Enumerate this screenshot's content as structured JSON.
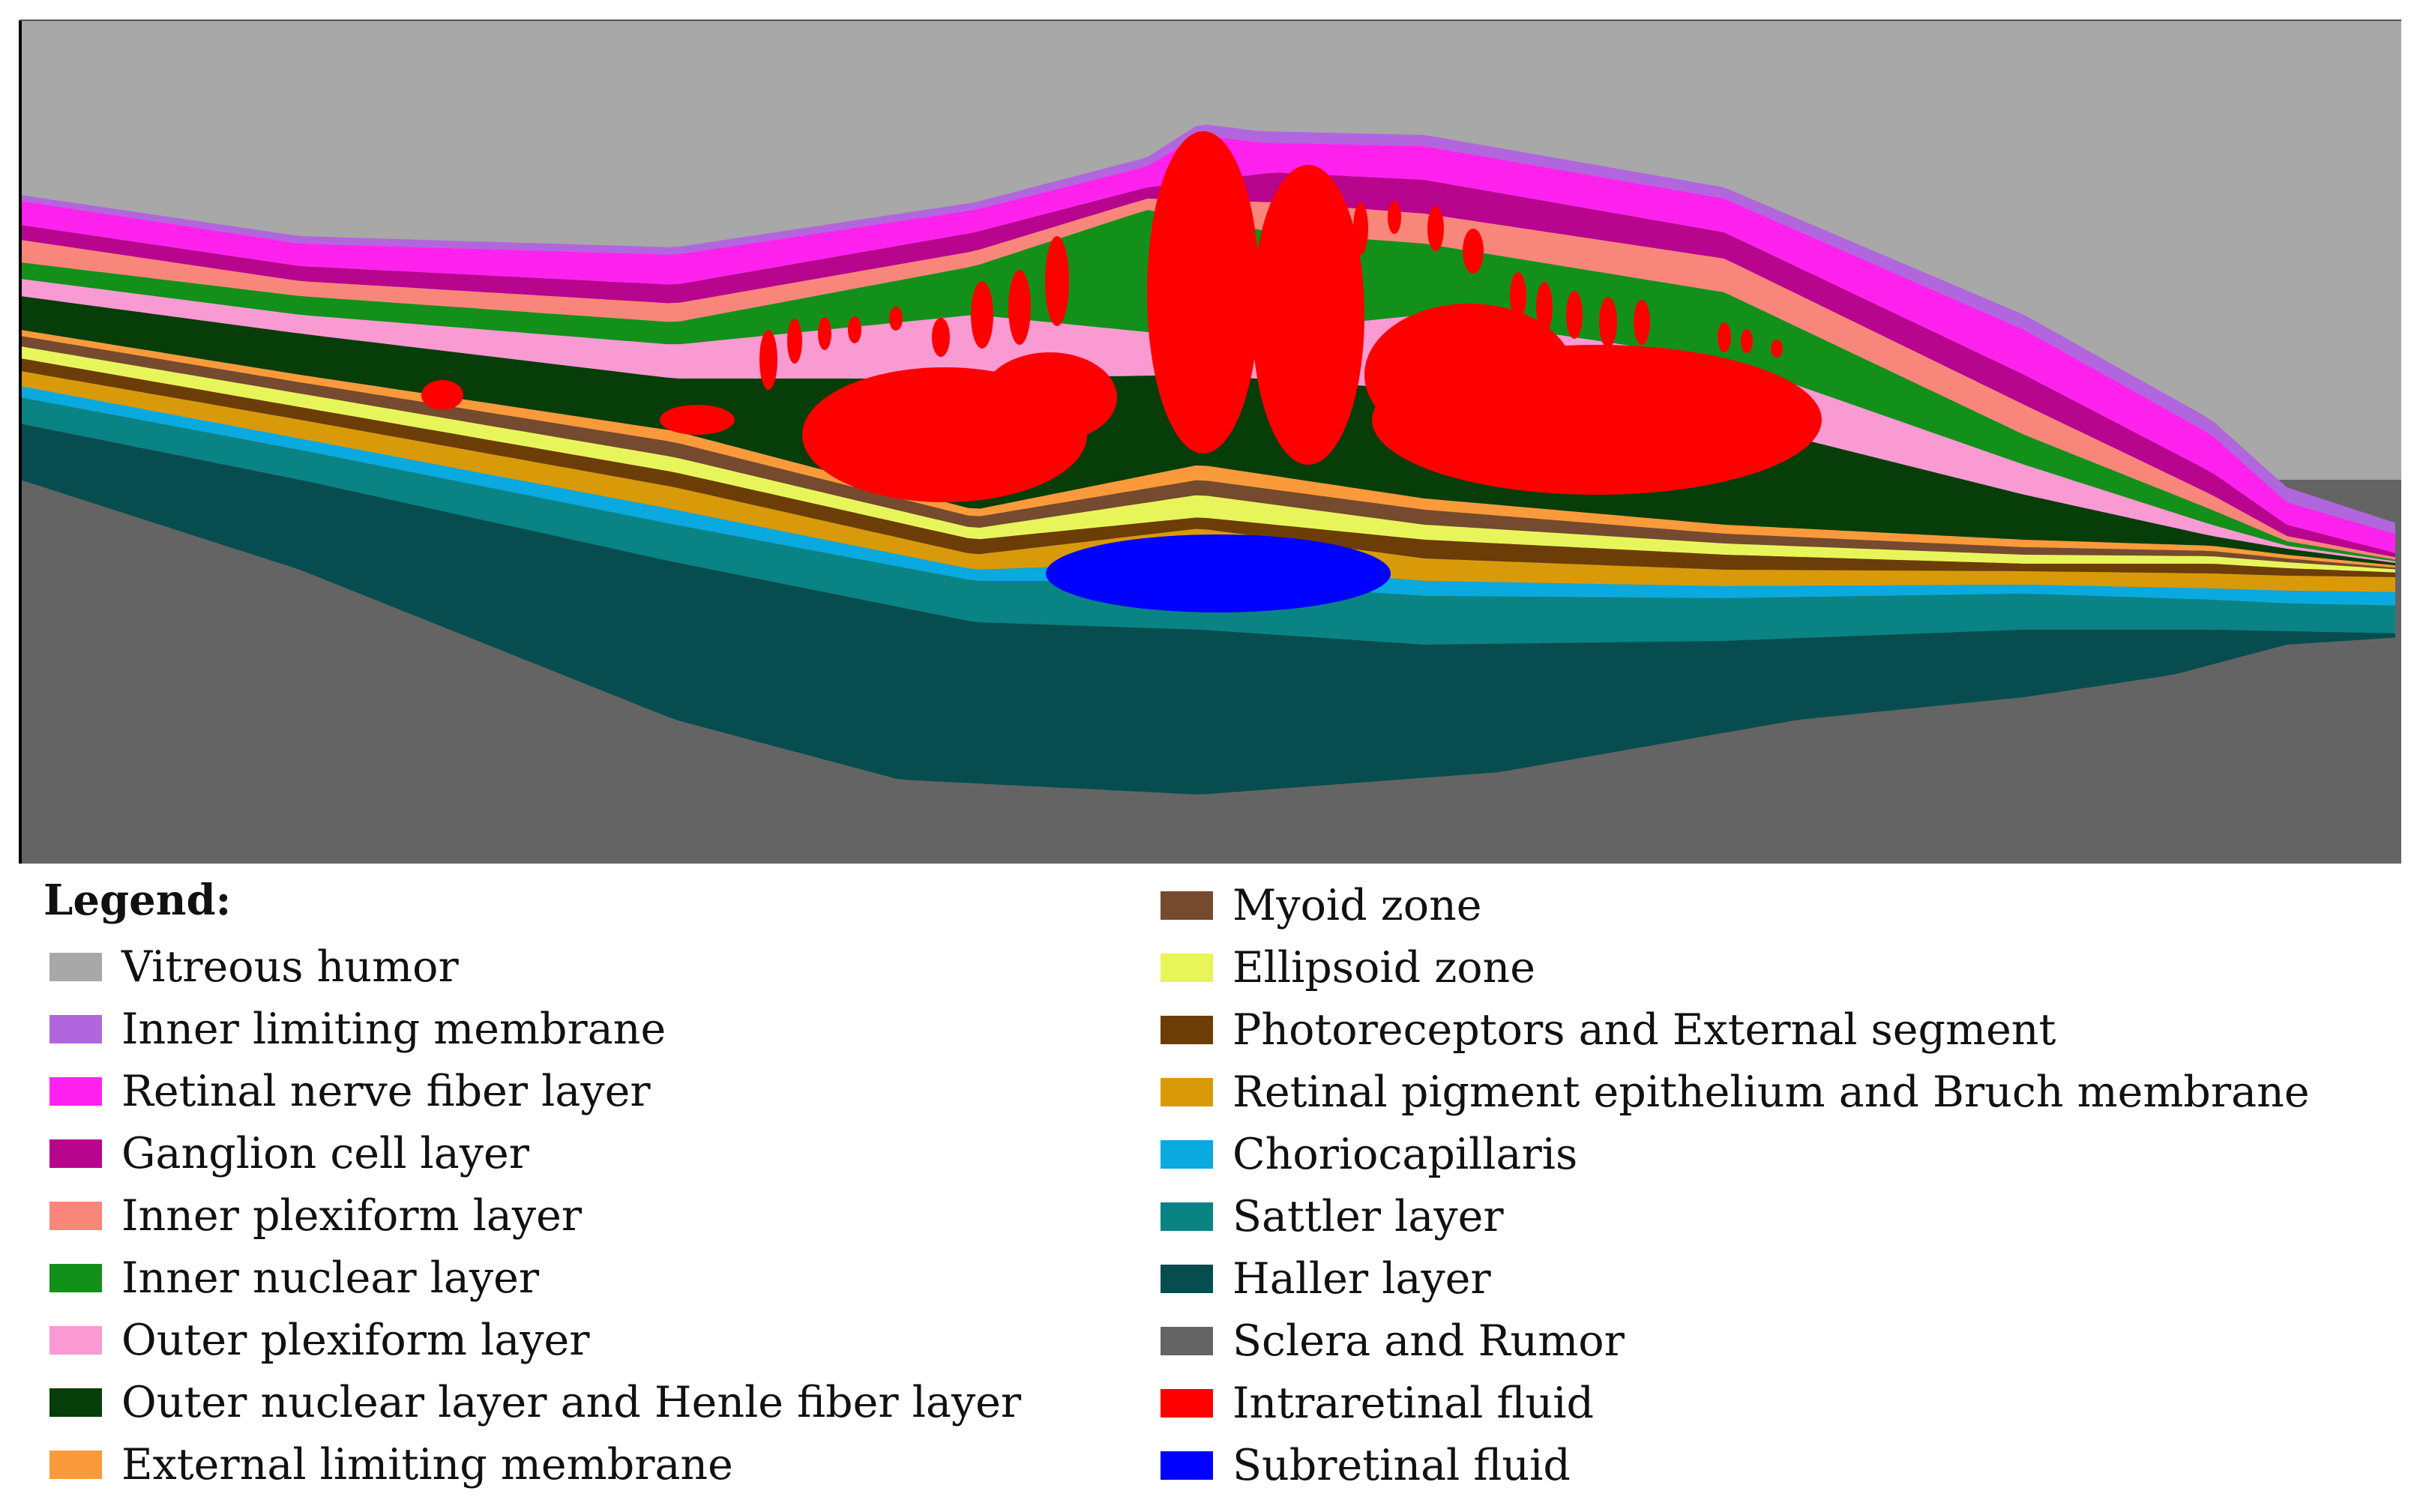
{
  "legend": {
    "title": "Legend:",
    "items": [
      {
        "id": "vitreous",
        "label": "Vitreous humor",
        "color": "#a8a8a8"
      },
      {
        "id": "ilm",
        "label": "Inner limiting membrane",
        "color": "#b266dd"
      },
      {
        "id": "rnfl",
        "label": "Retinal nerve fiber layer",
        "color": "#ff22ee"
      },
      {
        "id": "gcl",
        "label": "Ganglion cell layer",
        "color": "#b8058e"
      },
      {
        "id": "ipl",
        "label": "Inner plexiform layer",
        "color": "#f9867a"
      },
      {
        "id": "inl",
        "label": "Inner nuclear layer",
        "color": "#13901a"
      },
      {
        "id": "opl",
        "label": "Outer plexiform layer",
        "color": "#f99ad3"
      },
      {
        "id": "onl",
        "label": "Outer nuclear layer and Henle fiber layer",
        "color": "#073d08"
      },
      {
        "id": "elm",
        "label": "External limiting membrane",
        "color": "#fa9a3a"
      },
      {
        "id": "myoid",
        "label": "Myoid zone",
        "color": "#764a2e"
      },
      {
        "id": "ez",
        "label": "Ellipsoid zone",
        "color": "#e8f55a"
      },
      {
        "id": "pos",
        "label": "Photoreceptors and External segment",
        "color": "#6d3d07"
      },
      {
        "id": "rpe",
        "label": "Retinal pigment epithelium and Bruch membrane",
        "color": "#d89a08"
      },
      {
        "id": "cc",
        "label": "Choriocapillaris",
        "color": "#0aa9e0"
      },
      {
        "id": "sattler",
        "label": "Sattler layer",
        "color": "#098384"
      },
      {
        "id": "haller",
        "label": "Haller layer",
        "color": "#074d4f"
      },
      {
        "id": "sclera",
        "label": "Sclera and Rumor",
        "color": "#646464"
      },
      {
        "id": "irf",
        "label": "Intraretinal fluid",
        "color": "#ff0000"
      },
      {
        "id": "srf",
        "label": "Subretinal fluid",
        "color": "#0000ff"
      }
    ]
  }
}
